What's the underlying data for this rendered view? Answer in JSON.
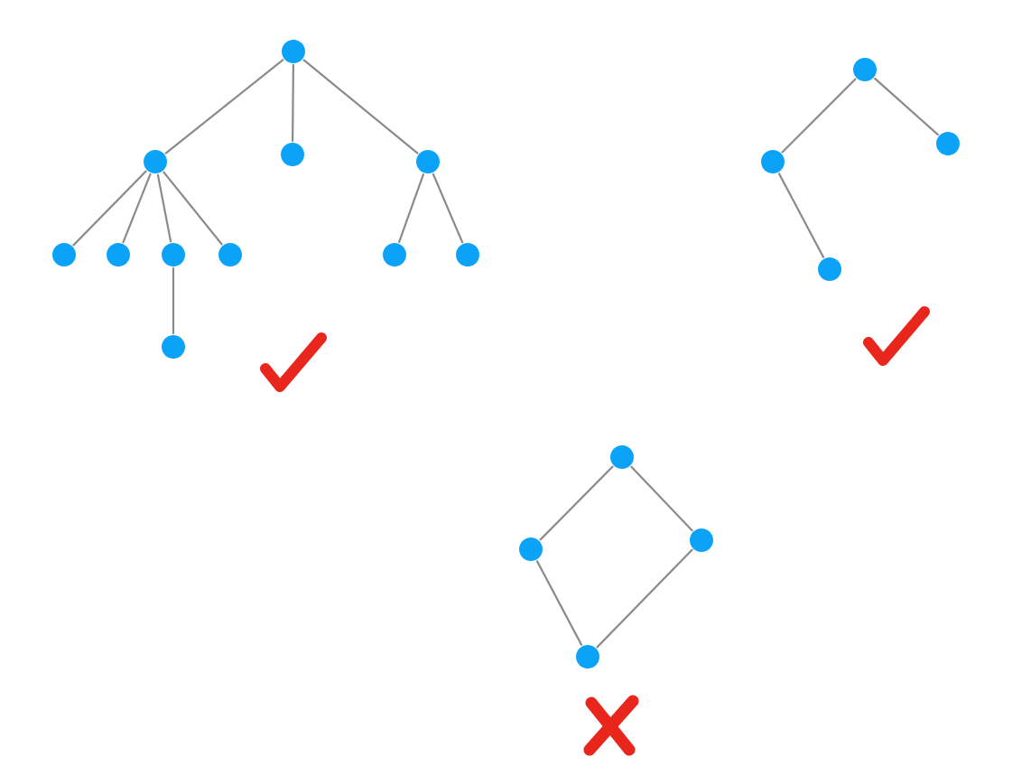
{
  "colors": {
    "node": "#0aa3f7",
    "edge": "#8a8a8a",
    "mark": "#e8261c",
    "background": "#ffffff"
  },
  "graphs": [
    {
      "id": "tree-large",
      "kind": "tree",
      "verdict": "check",
      "nodes": [
        "root",
        "a",
        "b",
        "c",
        "a1",
        "a2",
        "a3",
        "a4",
        "a3x",
        "c1",
        "c2"
      ],
      "edges": [
        [
          "root",
          "a"
        ],
        [
          "root",
          "b"
        ],
        [
          "root",
          "c"
        ],
        [
          "a",
          "a1"
        ],
        [
          "a",
          "a2"
        ],
        [
          "a",
          "a3"
        ],
        [
          "a",
          "a4"
        ],
        [
          "a3",
          "a3x"
        ],
        [
          "c",
          "c1"
        ],
        [
          "c",
          "c2"
        ]
      ]
    },
    {
      "id": "tree-small",
      "kind": "tree",
      "verdict": "check",
      "nodes": [
        "r",
        "l",
        "rr",
        "ll"
      ],
      "edges": [
        [
          "r",
          "l"
        ],
        [
          "r",
          "rr"
        ],
        [
          "l",
          "ll"
        ]
      ]
    },
    {
      "id": "cycle",
      "kind": "cycle",
      "verdict": "cross",
      "nodes": [
        "t",
        "lft",
        "rgt",
        "bot"
      ],
      "edges": [
        [
          "t",
          "lft"
        ],
        [
          "t",
          "rgt"
        ],
        [
          "lft",
          "bot"
        ],
        [
          "rgt",
          "bot"
        ]
      ]
    }
  ],
  "verdict_icons": {
    "check": "check-mark-icon",
    "cross": "cross-mark-icon"
  }
}
